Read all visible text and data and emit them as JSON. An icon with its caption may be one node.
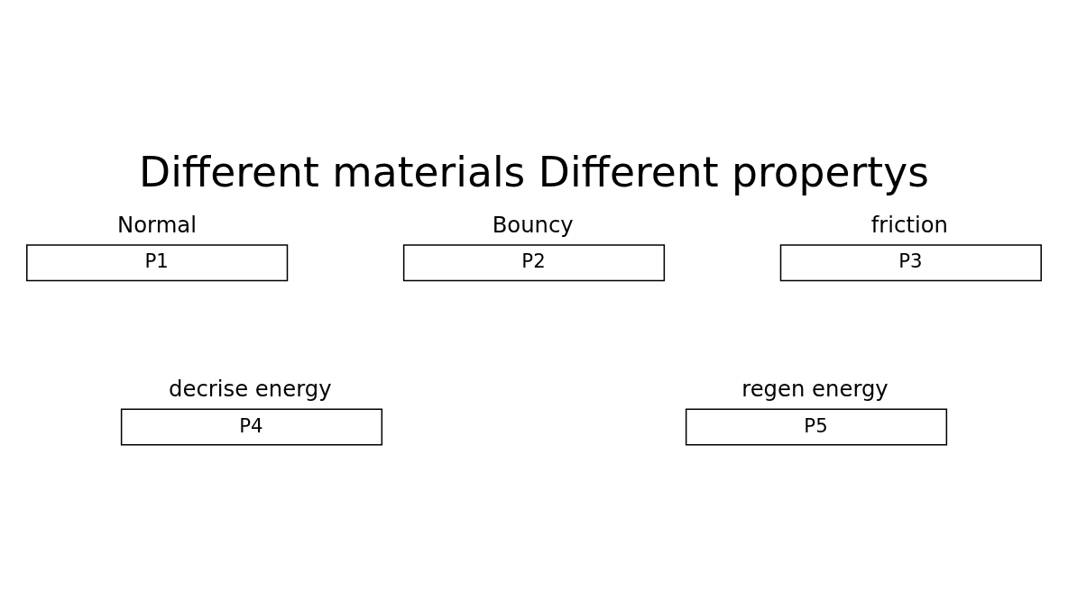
{
  "diagram": {
    "title": "Different materials Different propertys",
    "nodes": [
      {
        "text": [
          "Normal",
          "P1"
        ]
      },
      {
        "text": [
          "Bouncy",
          "P2"
        ]
      },
      {
        "text": [
          "friction",
          "P3"
        ]
      },
      {
        "text": [
          "decrise energy",
          "P4"
        ]
      },
      {
        "text": [
          "regen energy",
          "P5"
        ]
      }
    ],
    "edges": []
  }
}
